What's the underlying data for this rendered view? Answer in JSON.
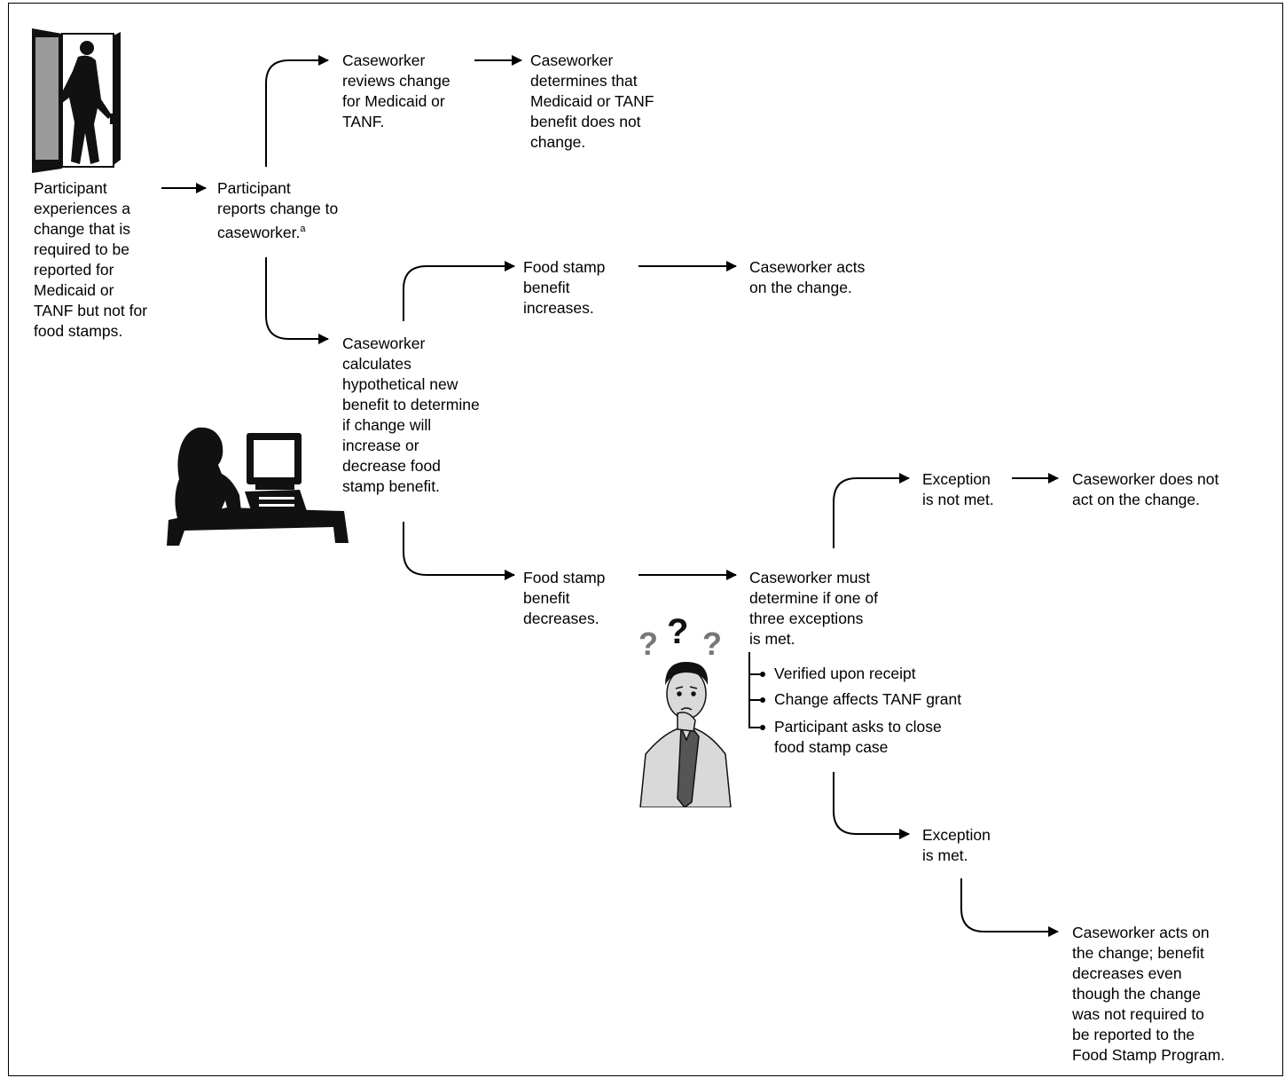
{
  "nodes": {
    "participant_experiences": "Participant\nexperiences a\nchange that is\nrequired to be\nreported for\nMedicaid or\nTANF but not for\nfood stamps.",
    "participant_reports": "Participant\nreports change to\ncaseworker.",
    "participant_reports_footnote": "a",
    "caseworker_reviews": "Caseworker\nreviews change\nfor Medicaid or\nTANF.",
    "caseworker_determines": "Caseworker\ndetermines that\nMedicaid or TANF\nbenefit does not\nchange.",
    "caseworker_calculates": "Caseworker\ncalculates\nhypothetical new\nbenefit to determine\nif change will\nincrease or\ndecrease food\nstamp benefit.",
    "fs_increases": "Food stamp\nbenefit\nincreases.",
    "acts_on_change": "Caseworker acts\non the change.",
    "fs_decreases": "Food stamp\nbenefit\ndecreases.",
    "must_determine": "Caseworker must\ndetermine if one of\nthree exceptions\nis met.",
    "exception_not_met": "Exception\nis not met.",
    "does_not_act": "Caseworker does not\nact on the change.",
    "exception_met": "Exception\nis met.",
    "acts_benefit_decreases": "Caseworker acts on\nthe change; benefit\ndecreases even\nthough the change\nwas not required to\nbe reported to the\nFood Stamp Program."
  },
  "exceptions": [
    "Verified upon receipt",
    "Change affects TANF grant",
    "Participant asks to close\nfood stamp case"
  ],
  "question_marks": [
    "?",
    "?",
    "?"
  ],
  "colors": {
    "line": "#000000",
    "silhouette": "#111111",
    "door_fill": "#9a9a9a"
  }
}
